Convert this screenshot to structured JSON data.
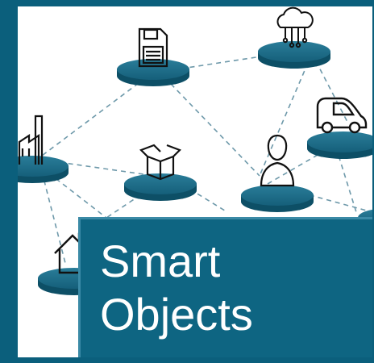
{
  "title": {
    "line1": "Smart",
    "line2": "Objects"
  },
  "colors": {
    "frame": "#0b5f7c",
    "disc_top": "#1c6f8c",
    "disc_side": "#0d4f66",
    "title_bg": "#0e6582",
    "connector": "#6e99aa",
    "title_text": "#ffffff"
  },
  "nodes": [
    {
      "name": "save-disk-node",
      "icon": "floppy-disk-icon"
    },
    {
      "name": "cloud-node",
      "icon": "cloud-network-icon"
    },
    {
      "name": "factory-node",
      "icon": "factory-icon"
    },
    {
      "name": "package-node",
      "icon": "open-box-icon"
    },
    {
      "name": "person-node",
      "icon": "person-icon"
    },
    {
      "name": "car-node",
      "icon": "electric-car-icon"
    },
    {
      "name": "home-node",
      "icon": "house-icon"
    }
  ]
}
